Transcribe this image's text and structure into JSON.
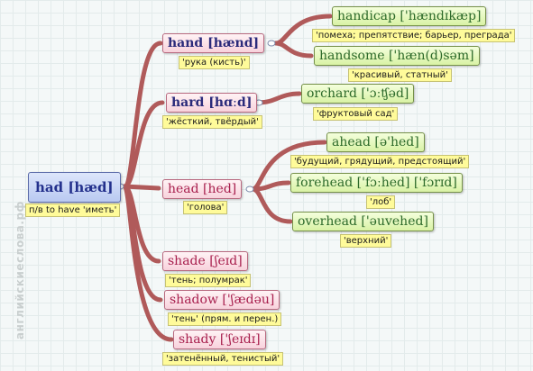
{
  "watermark": "английскиеслова.рф",
  "root": {
    "word": "had [hæd]",
    "translation": "п/в to have 'иметь'"
  },
  "children": [
    {
      "word": "hand [hænd]",
      "translation": "'рука (кисть)'"
    },
    {
      "word": "hard [hɑːd]",
      "translation": "'жёсткий, твёрдый'"
    },
    {
      "word": "head [hed]",
      "translation": "'голова'"
    },
    {
      "word": "shade [ʃeɪd]",
      "translation": "'тень; полумрак'"
    },
    {
      "word": "shadow ['ʃædəu]",
      "translation": "'тень' (прям. и перен.)"
    },
    {
      "word": "shady ['ʃeɪdɪ]",
      "translation": "'затенённый, тенистый'"
    }
  ],
  "grandchildren": [
    {
      "word": "handicap ['hændɪkæp]",
      "translation": "'помеха; препятствие; барьер, преграда'"
    },
    {
      "word": "handsome ['hæn(d)səm]",
      "translation": "'красивый, статный'"
    },
    {
      "word": "orchard ['ɔːʧəd]",
      "translation": "'фруктовый сад'"
    },
    {
      "word": "ahead [ə'hed]",
      "translation": "'будущий, грядущий, предстоящий'"
    },
    {
      "word": "forehead ['fɔːhed] ['fɔrɪd]",
      "translation": "'лоб'"
    },
    {
      "word": "overhead ['əuvehed]",
      "translation": "'верхний'"
    }
  ]
}
